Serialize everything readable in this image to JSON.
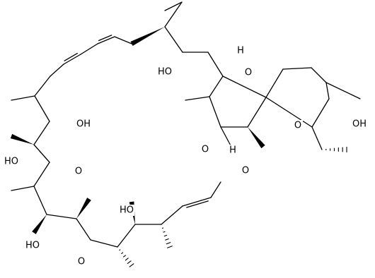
{
  "figure": {
    "kind": "skeletal-structure",
    "background": "#ffffff",
    "ink": "#000000",
    "atoms": [
      {
        "label": "HO",
        "kind": "hydroxyl-oxygen"
      },
      {
        "label": "H",
        "kind": "stereo-hydrogen"
      },
      {
        "label": "O",
        "kind": "ring-oxygen"
      },
      {
        "label": "O",
        "kind": "ring-oxygen"
      },
      {
        "label": "OH",
        "kind": "hydroxyl-oxygen"
      },
      {
        "label": "OH",
        "kind": "hydroxyl-oxygen"
      },
      {
        "label": "HO",
        "kind": "hydroxyl-oxygen"
      },
      {
        "label": "O",
        "kind": "carbonyl-oxygen"
      },
      {
        "label": "H",
        "kind": "stereo-hydrogen"
      },
      {
        "label": "O",
        "kind": "ester-oxygen"
      },
      {
        "label": "O",
        "kind": "carbonyl-oxygen"
      },
      {
        "label": "HO",
        "kind": "hydroxyl-oxygen"
      },
      {
        "label": "HO",
        "kind": "hydroxyl-oxygen"
      },
      {
        "label": "O",
        "kind": "carbonyl-oxygen"
      }
    ]
  }
}
